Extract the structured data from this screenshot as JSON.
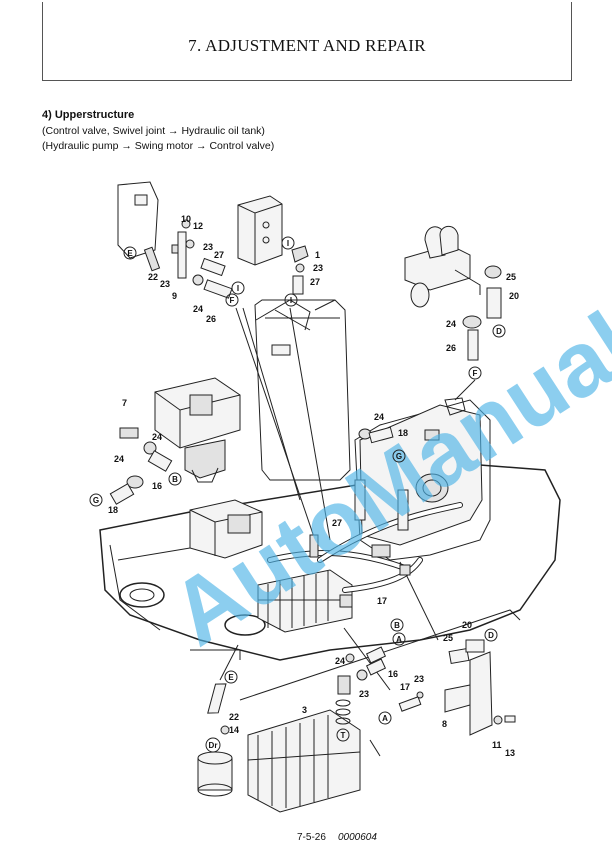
{
  "header": {
    "title": "7. ADJUSTMENT AND REPAIR"
  },
  "section": {
    "heading": "4)  Upperstructure",
    "line1": "(Control valve, Swivel joint → Hydraulic oil tank)",
    "line2": "(Hydraulic pump → Swing motor → Control valve)"
  },
  "watermark": "AutoManual",
  "callouts": {
    "n10": "10",
    "n12": "12",
    "n23a": "23",
    "n27a": "27",
    "n22a": "22",
    "n23b": "23",
    "n9": "9",
    "n24a": "24",
    "n26a": "26",
    "n1": "1",
    "n23c": "23",
    "n27b": "27",
    "n25a": "25",
    "n20a": "20",
    "n24b": "24",
    "n26b": "26",
    "n7": "7",
    "n24c": "24",
    "n24d": "24",
    "n16a": "16",
    "n18a": "18",
    "n24e": "24",
    "n18b": "18",
    "n27c": "27",
    "n17a": "17",
    "n24f": "24",
    "n16b": "16",
    "n23d": "23",
    "n17b": "17",
    "n23e": "23",
    "n20b": "20",
    "n25b": "25",
    "n3": "3",
    "n22b": "22",
    "n14": "14",
    "n8": "8",
    "n11": "11",
    "n13": "13"
  },
  "letters": {
    "E1": "E",
    "F1": "F",
    "I1": "I",
    "I2": "I",
    "I3": "I",
    "D1": "D",
    "F2": "F",
    "B1": "B",
    "G1": "G",
    "G2": "G",
    "B2": "B",
    "A1": "A",
    "D2": "D",
    "E2": "E",
    "Dr": "Dr",
    "T1": "T",
    "A2": "A"
  },
  "footer": {
    "page": "7-5-26",
    "code": "0000604"
  }
}
